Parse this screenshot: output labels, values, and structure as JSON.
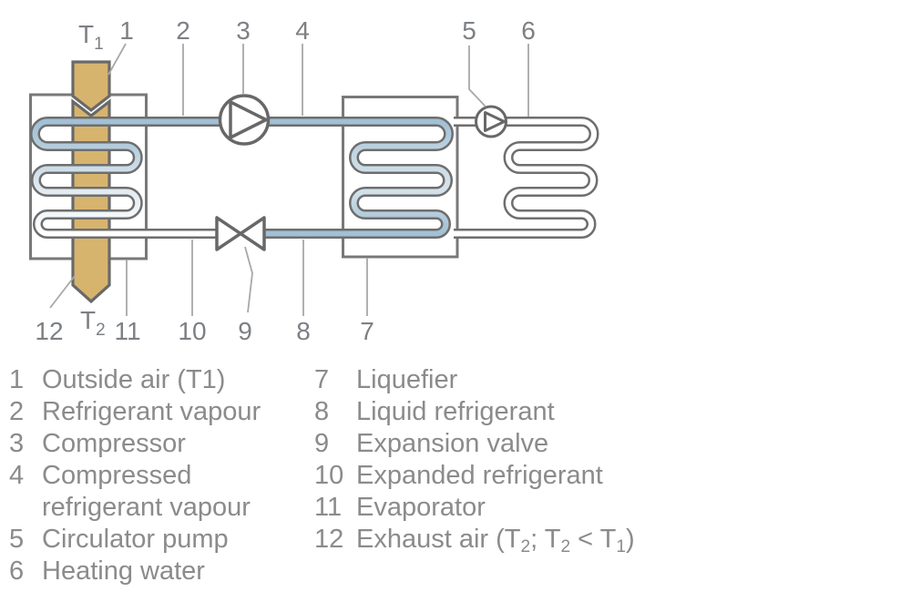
{
  "diagram": {
    "callouts": {
      "c1": "1",
      "c2": "2",
      "c3": "3",
      "c4": "4",
      "c5": "5",
      "c6": "6",
      "c7": "7",
      "c8": "8",
      "c9": "9",
      "c10": "10",
      "c11": "11",
      "c12": "12"
    },
    "t1": {
      "base": "T",
      "sub": "1"
    },
    "t2": {
      "base": "T",
      "sub": "2"
    },
    "colors": {
      "refrigerant_blue": "#a1c0d6",
      "air_tan": "#d7b46e",
      "pipe_stroke_gray": "#6e6e6e",
      "label_gray": "#7d8084",
      "legend_gray": "#8b8b8b"
    }
  },
  "legend": {
    "left": [
      {
        "num": "1",
        "text": "Outside air (T1)"
      },
      {
        "num": "2",
        "text": "Refrigerant vapour"
      },
      {
        "num": "3",
        "text": "Compressor"
      },
      {
        "num": "4",
        "text": "Compressed",
        "text2": "refrigerant vapour"
      },
      {
        "num": "5",
        "text": "Circulator pump"
      },
      {
        "num": "6",
        "text": "Heating water"
      }
    ],
    "right": [
      {
        "num": "7",
        "text": "Liquefier"
      },
      {
        "num": "8",
        "text": "Liquid refrigerant"
      },
      {
        "num": "9",
        "text": "Expansion valve"
      },
      {
        "num": "10",
        "text": "Expanded refrigerant"
      },
      {
        "num": "11",
        "text": "Evaporator"
      },
      {
        "num": "12",
        "parts": [
          "Exhaust air (T",
          "2",
          "; T",
          "2",
          " < T",
          "1",
          ")"
        ]
      }
    ]
  }
}
